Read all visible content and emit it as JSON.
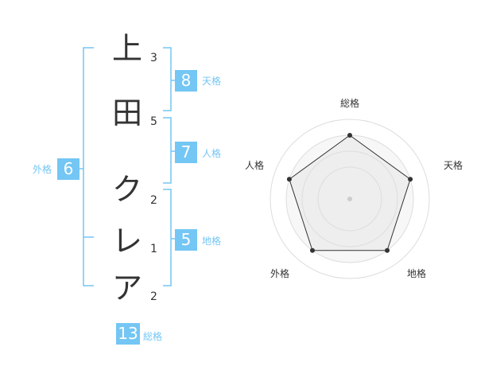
{
  "name": {
    "characters": [
      {
        "char": "上",
        "strokes": "3"
      },
      {
        "char": "田",
        "strokes": "5"
      },
      {
        "char": "ク",
        "strokes": "2"
      },
      {
        "char": "レ",
        "strokes": "1"
      },
      {
        "char": "ア",
        "strokes": "2"
      }
    ]
  },
  "fortunes": {
    "tenkaku": {
      "label": "天格",
      "value": "8"
    },
    "jinkaku": {
      "label": "人格",
      "value": "7"
    },
    "chikaku": {
      "label": "地格",
      "value": "5"
    },
    "gaikaku": {
      "label": "外格",
      "value": "6"
    },
    "soukaku": {
      "label": "総格",
      "value": "13"
    }
  },
  "radar": {
    "axes": [
      "総格",
      "天格",
      "地格",
      "外格",
      "人格"
    ],
    "levels": 4,
    "values": [
      4,
      4,
      4,
      4,
      4
    ],
    "colors": {
      "accent": "#74c6f4",
      "ring": "#dddddd",
      "fill": "#eeeeee",
      "line": "#333333"
    }
  }
}
